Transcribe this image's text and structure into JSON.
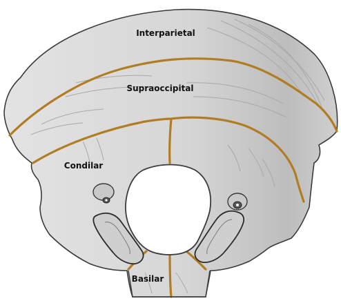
{
  "figure": {
    "labels": {
      "interparietal": "Interparietal",
      "supraoccipital": "Supraoccipital",
      "condilar": "Condilar",
      "basilar": "Basilar"
    },
    "colors": {
      "bone_fill": "#d9d9d9",
      "bone_outline": "#3a3a3a",
      "suture": "#b07d24",
      "texture": "#a8a8a8",
      "foramen_fill": "#ffffff",
      "label_text": "#111111"
    }
  }
}
